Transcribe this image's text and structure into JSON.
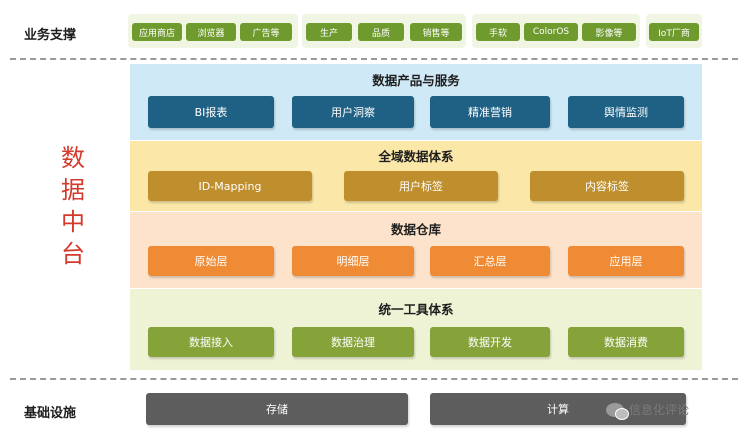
{
  "business": {
    "label": "业务支撑",
    "groups": [
      [
        "应用商店",
        "浏览器",
        "广告等"
      ],
      [
        "生产",
        "品质",
        "销售等"
      ],
      [
        "手软",
        "ColorOS",
        "影像等"
      ],
      [
        "IoT厂商"
      ]
    ]
  },
  "middle_platform": {
    "label": "数据中台"
  },
  "layers": {
    "products": {
      "title": "数据产品与服务",
      "items": [
        "BI报表",
        "用户洞察",
        "精准营销",
        "舆情监测"
      ]
    },
    "domain": {
      "title": "全域数据体系",
      "items": [
        "ID-Mapping",
        "用户标签",
        "内容标签"
      ]
    },
    "warehouse": {
      "title": "数据仓库",
      "items": [
        "原始层",
        "明细层",
        "汇总层",
        "应用层"
      ]
    },
    "tools": {
      "title": "统一工具体系",
      "items": [
        "数据接入",
        "数据治理",
        "数据开发",
        "数据消费"
      ]
    }
  },
  "infrastructure": {
    "label": "基础设施",
    "items": [
      "存储",
      "计算"
    ]
  },
  "watermark": {
    "text": "信息化评论"
  },
  "colors": {
    "chip": "#6f9a2e",
    "products_band": "#cfe9f6",
    "products_box": "#1f6184",
    "domain_band": "#fbe8a8",
    "domain_box": "#bf8f2e",
    "warehouse_band": "#fde3cc",
    "warehouse_box": "#ef8b34",
    "tools_band": "#eef3d6",
    "tools_box": "#86a33a",
    "infra_box": "#5d5d5d",
    "side_title": "#d33a2c"
  }
}
